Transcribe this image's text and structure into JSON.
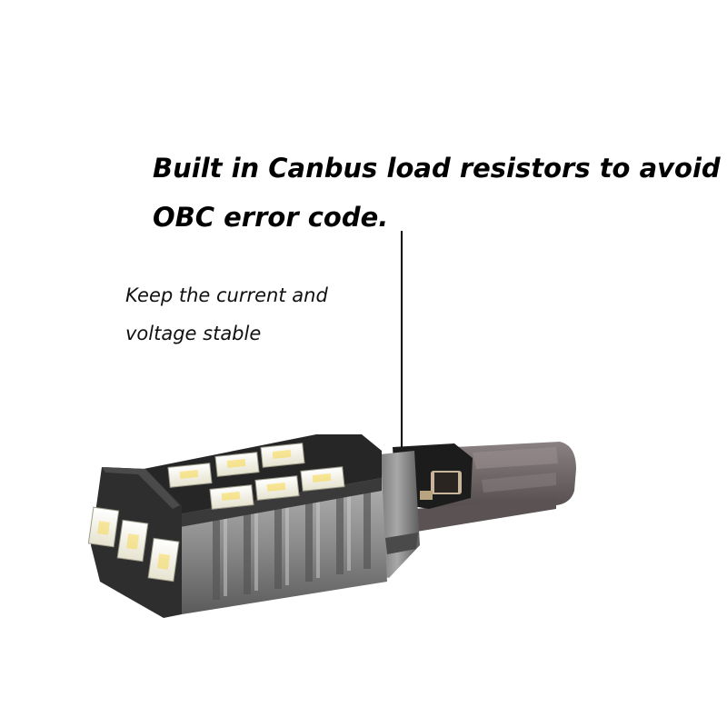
{
  "headline": {
    "line1": "Built in Canbus load resistors to avoid",
    "line2": "OBC error code."
  },
  "subtext": {
    "line1": "Keep the current and",
    "line2": "voltage stable"
  },
  "colors": {
    "background": "#ffffff",
    "text": "#000000",
    "led_chip": "#f3f1e2",
    "pcb": "#2b2b2b",
    "heatsink": "#8a8a8a",
    "base": "#6d6465"
  },
  "icons": {
    "product": "led-bulb-photo"
  }
}
